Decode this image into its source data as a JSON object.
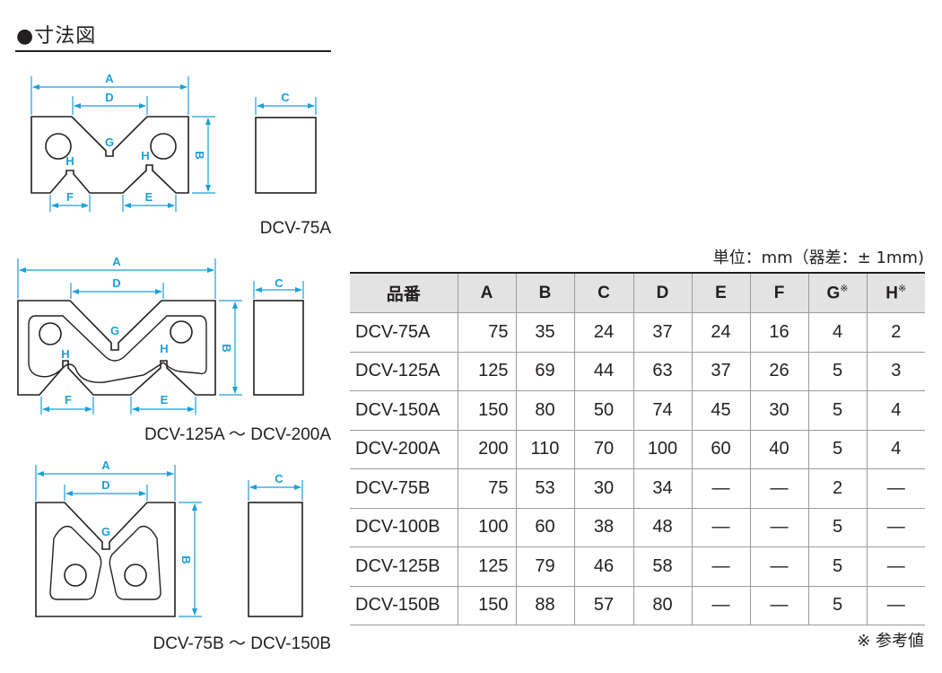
{
  "title": "●寸法図",
  "dimension_letters": {
    "A": "A",
    "B": "B",
    "C": "C",
    "D": "D",
    "E": "E",
    "F": "F",
    "G": "G",
    "H": "H"
  },
  "drawings": [
    {
      "model_label": "DCV-75A"
    },
    {
      "model_label": "DCV-125A ～ DCV-200A"
    },
    {
      "model_label": "DCV-75B ～ DCV-150B"
    }
  ],
  "unit_note": "単位：mm（器差：± 1mm)",
  "table": {
    "headers": [
      "品番",
      "A",
      "B",
      "C",
      "D",
      "E",
      "F",
      "G",
      "H"
    ],
    "header_marks": {
      "G": "※",
      "H": "※"
    },
    "rows": [
      [
        "DCV-75A",
        "75",
        "35",
        "24",
        "37",
        "24",
        "16",
        "4",
        "2"
      ],
      [
        "DCV-125A",
        "125",
        "69",
        "44",
        "63",
        "37",
        "26",
        "5",
        "3"
      ],
      [
        "DCV-150A",
        "150",
        "80",
        "50",
        "74",
        "45",
        "30",
        "5",
        "4"
      ],
      [
        "DCV-200A",
        "200",
        "110",
        "70",
        "100",
        "60",
        "40",
        "5",
        "4"
      ],
      [
        "DCV-75B",
        "75",
        "53",
        "30",
        "34",
        "―",
        "―",
        "2",
        "―"
      ],
      [
        "DCV-100B",
        "100",
        "60",
        "38",
        "48",
        "―",
        "―",
        "5",
        "―"
      ],
      [
        "DCV-125B",
        "125",
        "79",
        "46",
        "58",
        "―",
        "―",
        "5",
        "―"
      ],
      [
        "DCV-150B",
        "150",
        "88",
        "57",
        "80",
        "―",
        "―",
        "5",
        "―"
      ]
    ]
  },
  "footnote": "※ 参考値",
  "colors": {
    "dimension": "#1a9fdc",
    "outline": "#231f20",
    "header_bg": "#e3e3e3"
  }
}
